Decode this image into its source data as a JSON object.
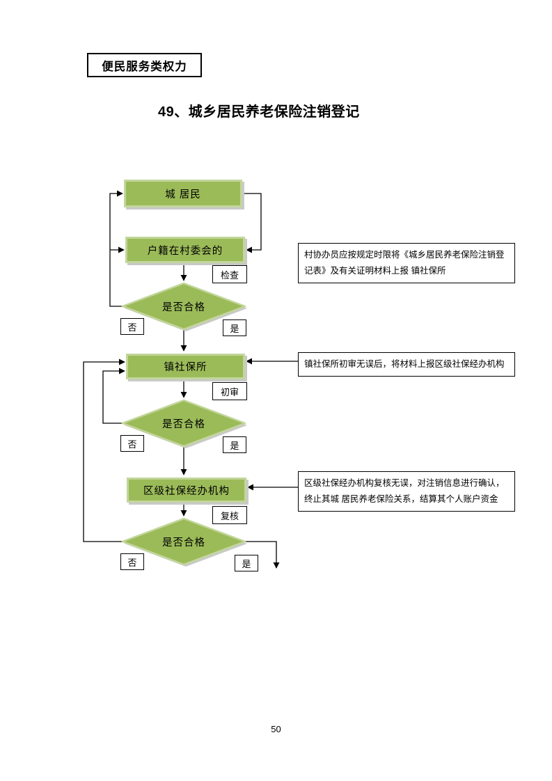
{
  "document": {
    "header_label": "便民服务类权力",
    "title": "49、城乡居民养老保险注销登记",
    "page_number": "50"
  },
  "flowchart": {
    "nodes": [
      {
        "id": "residents",
        "label": "城 居民"
      },
      {
        "id": "village-committee-clerk",
        "label": "户籍在村委会的"
      },
      {
        "id": "town-social-security-office",
        "label": "镇社保所"
      },
      {
        "id": "district-social-security-agency",
        "label": "区级社保经办机构"
      }
    ],
    "decisions": [
      {
        "label": "是否合格"
      },
      {
        "label": "是否合格"
      },
      {
        "label": "是否合格"
      }
    ],
    "step_labels": {
      "check": "检查",
      "initial_review": "初审",
      "recheck": "复核"
    },
    "branches": {
      "no": "否",
      "yes": "是"
    },
    "annotations": [
      {
        "text": "村协办员应按规定时限将《城乡居民养老保险注销登记表》及有关证明材料上报 镇社保所"
      },
      {
        "text": "镇社保所初审无误后，将材料上报区级社保经办机构"
      },
      {
        "text": "区级社保经办机构复核无误，对注销信息进行确认，终止其城 居民养老保险关系，结算其个人账户资金"
      }
    ],
    "colors": {
      "node_fill": "#9bbb59",
      "node_border": "#c3d69b",
      "node_shadow": "#c9c9c9",
      "connector": "#000000"
    }
  }
}
